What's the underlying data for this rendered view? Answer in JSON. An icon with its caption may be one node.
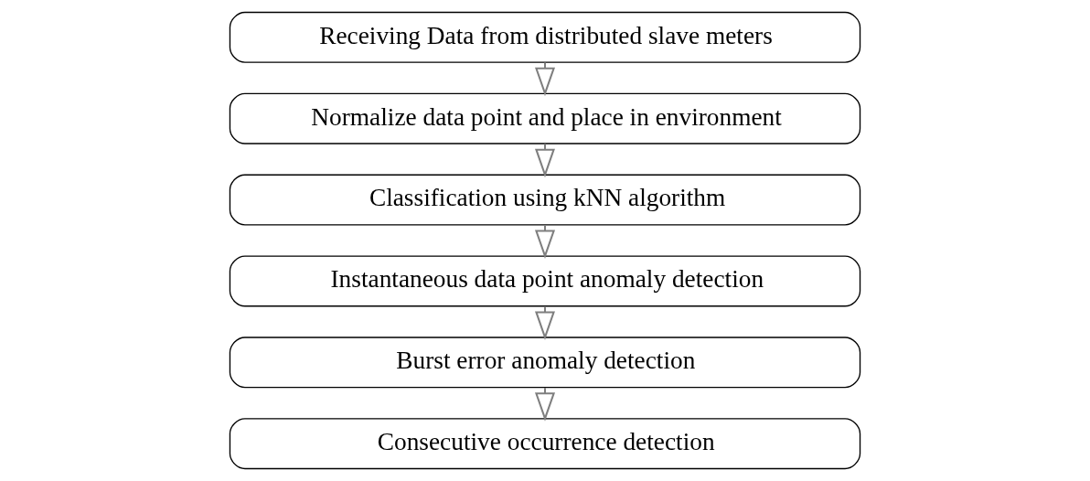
{
  "diagram": {
    "nodes": [
      {
        "text": [
          "Receiving Data from distributed slave meters"
        ]
      },
      {
        "text": [
          "Normalize data point and place in environment"
        ]
      },
      {
        "text": [
          "Classification using kNN algorithm"
        ]
      },
      {
        "text": [
          "Instantaneous data point anomaly detection"
        ]
      },
      {
        "text": [
          "Burst error anomaly detection"
        ]
      },
      {
        "text": [
          "Consecutive occurrence detection"
        ]
      }
    ],
    "edges": [
      {
        "from": 0,
        "to": 1,
        "arrow": "to"
      },
      {
        "from": 1,
        "to": 2,
        "arrow": "to"
      },
      {
        "from": 2,
        "to": 3,
        "arrow": "to"
      },
      {
        "from": 3,
        "to": 4,
        "arrow": "to"
      },
      {
        "from": 4,
        "to": 5,
        "arrow": "to"
      }
    ]
  }
}
